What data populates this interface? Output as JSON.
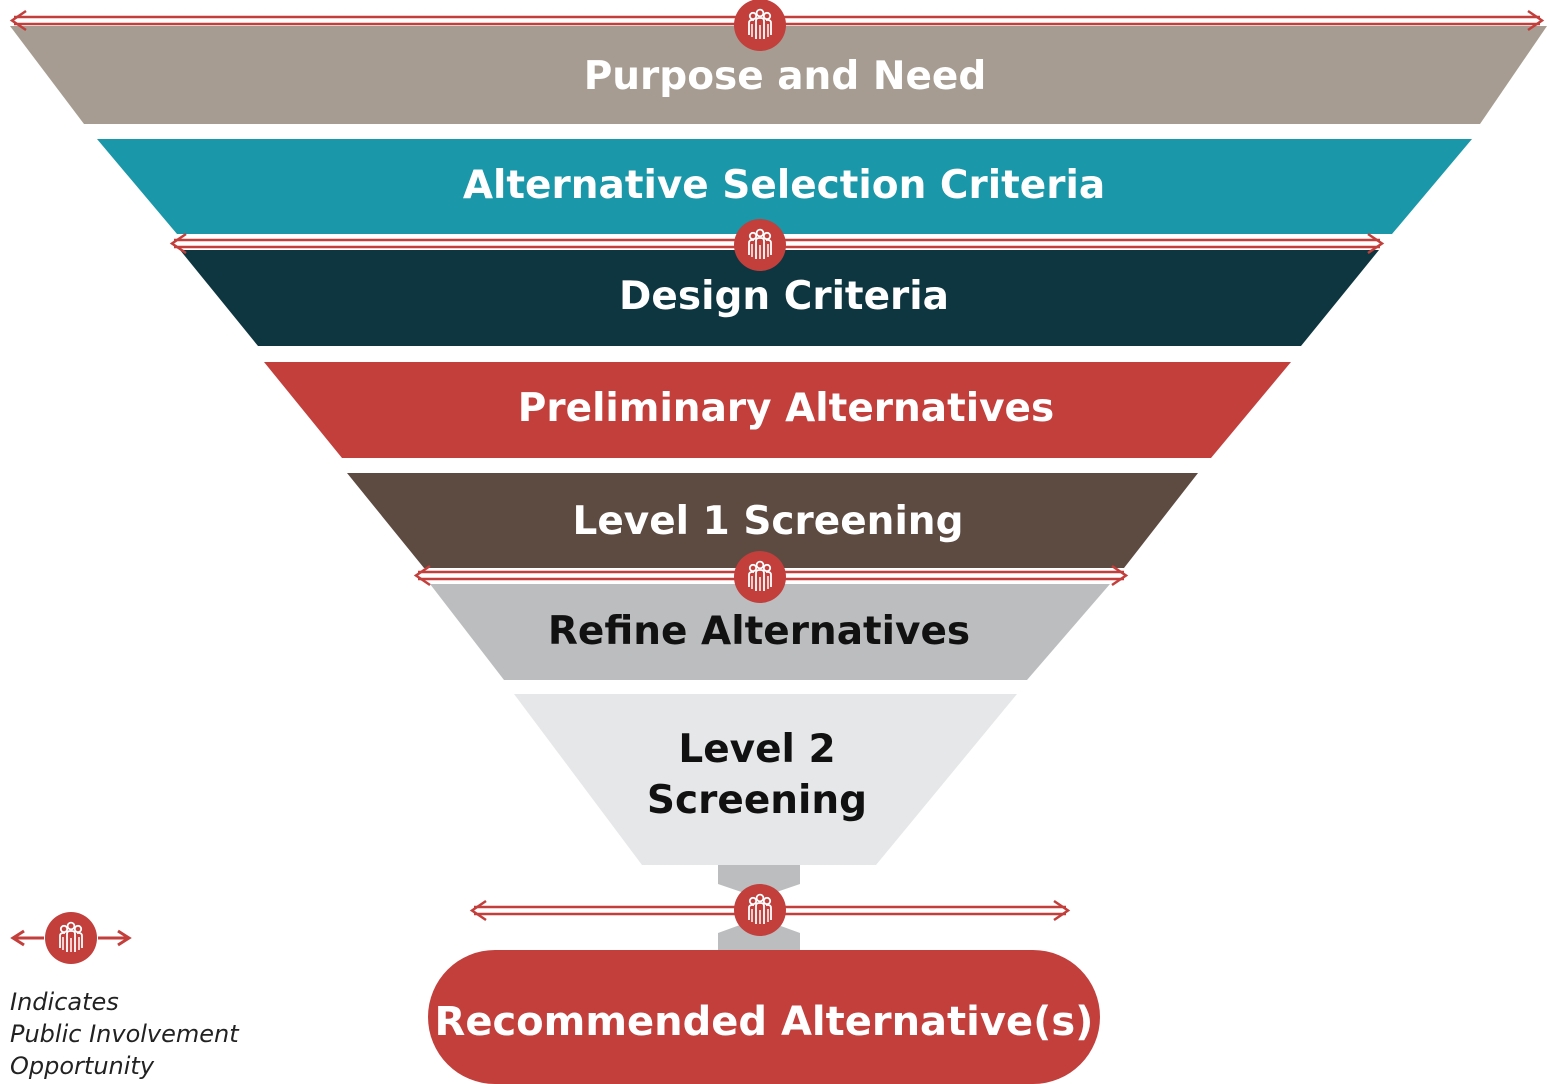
{
  "colors": {
    "accent_red": "#c23f3c",
    "purpose": "#a79c91",
    "selection": "#1a97a8",
    "design": "#0e3640",
    "preliminary": "#c23f3c",
    "level1": "#5d4a41",
    "refine": "#bcbdbf",
    "level2": "#e6e7e8",
    "chevron": "#bcbdbf"
  },
  "icons": {
    "public_involvement": "people-group-icon",
    "arrow": "double-headed-arrow-icon"
  },
  "stages": [
    {
      "label": "Purpose and Need",
      "color": "#a79c91",
      "text_color": "#ffffff"
    },
    {
      "label": "Alternative Selection Criteria",
      "color": "#1a97a8",
      "text_color": "#ffffff"
    },
    {
      "label": "Design Criteria",
      "color": "#0e3640",
      "text_color": "#ffffff"
    },
    {
      "label": "Preliminary Alternatives",
      "color": "#c23f3c",
      "text_color": "#ffffff"
    },
    {
      "label": "Level 1 Screening",
      "color": "#5d4a41",
      "text_color": "#ffffff"
    },
    {
      "label": "Refine Alternatives",
      "color": "#bcbdbf",
      "text_color": "#111111"
    },
    {
      "label_lines": [
        "Level 2",
        "Screening"
      ],
      "color": "#e6e7e8",
      "text_color": "#111111"
    }
  ],
  "outcome": {
    "label": "Recommended Alternative(s)",
    "color": "#c23f3c",
    "text_color": "#ffffff"
  },
  "legend": {
    "lines": [
      "Indicates",
      "Public Involvement",
      "Opportunity"
    ]
  }
}
